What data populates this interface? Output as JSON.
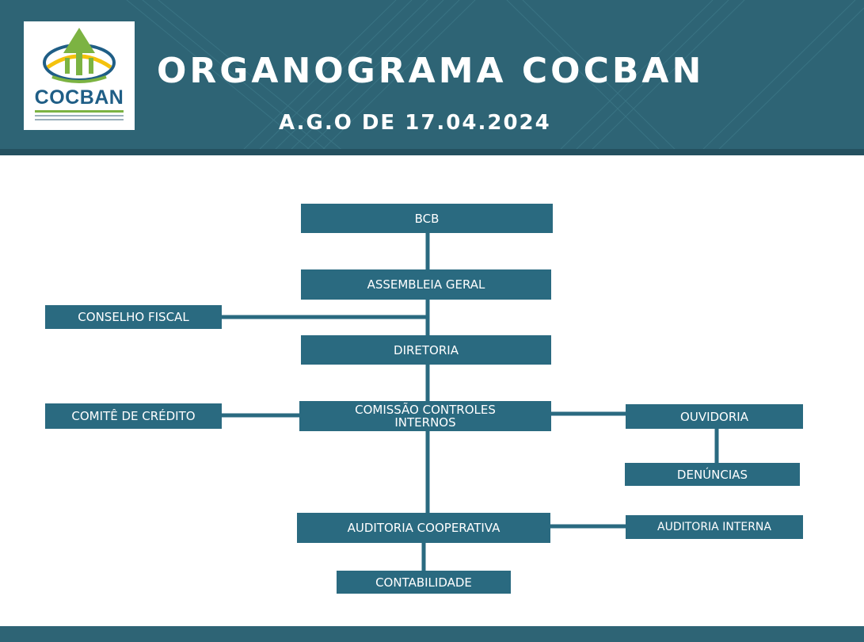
{
  "header": {
    "logo_text": "COCBAN",
    "title": "ORGANOGRAMA COCBAN",
    "subtitle": "A.G.O DE 17.04.2024"
  },
  "org_chart": {
    "nodes": {
      "bcb": "BCB",
      "assembleia": "ASSEMBLEIA GERAL",
      "conselho": "CONSELHO FISCAL",
      "diretoria": "DIRETORIA",
      "comite": "COMITÊ DE CRÉDITO",
      "comissao": "COMISSÃO CONTROLES INTERNOS",
      "ouvidoria": "OUVIDORIA",
      "denuncias": "DENÚNCIAS",
      "auditoria_coop": "AUDITORIA COOPERATIVA",
      "auditoria_interna": "AUDITORIA INTERNA",
      "contabilidade": "CONTABILIDADE"
    }
  },
  "colors": {
    "header_bg": "#2e6475",
    "box_bg": "#2a6a80",
    "connector": "#2a6a80",
    "logo_blue": "#1f5e86",
    "logo_green": "#7cb342",
    "logo_yellow": "#f4c20d"
  }
}
